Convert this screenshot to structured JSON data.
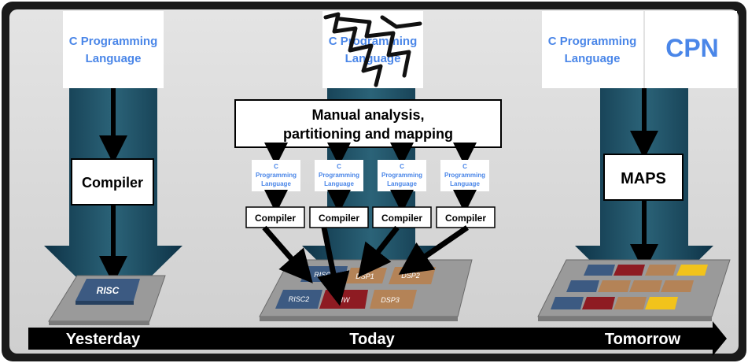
{
  "colors": {
    "frame": "#1a1a1a",
    "panel": "#dedede",
    "funnel_dark": "#0f3a4f",
    "funnel_light": "#2f6a80",
    "blue_text": "#4a86e8",
    "risc_blue": "#3c5a82",
    "hw_red": "#8e1b22",
    "dsp_tan": "#b48357",
    "yellow": "#f2c31b",
    "board": "#9a9a9a"
  },
  "yesterday": {
    "source_label_line1": "C Programming",
    "source_label_line2": "Language",
    "compiler_label": "Compiler",
    "chip_label": "RISC"
  },
  "today": {
    "source_label_line1": "C Programming",
    "source_label_line2": "Language",
    "manual_line1": "Manual analysis,",
    "manual_line2": "partitioning and mapping",
    "small_source": [
      {
        "line1": "C",
        "line2": "Programming",
        "line3": "Language"
      },
      {
        "line1": "C",
        "line2": "Programming",
        "line3": "Language"
      },
      {
        "line1": "C",
        "line2": "Programming",
        "line3": "Language"
      },
      {
        "line1": "C",
        "line2": "Programming",
        "line3": "Language"
      }
    ],
    "compilers": [
      "Compiler",
      "Compiler",
      "Compiler",
      "Compiler"
    ],
    "chips": [
      "RISC",
      "DSP1",
      "DSP2",
      "RISC2",
      "HW",
      "DSP3"
    ]
  },
  "tomorrow": {
    "source_label_line1": "C Programming",
    "source_label_line2": "Language",
    "cpn_label": "CPN",
    "maps_label": "MAPS"
  },
  "timeline": {
    "yesterday": "Yesterday",
    "today": "Today",
    "tomorrow": "Tomorrow"
  }
}
